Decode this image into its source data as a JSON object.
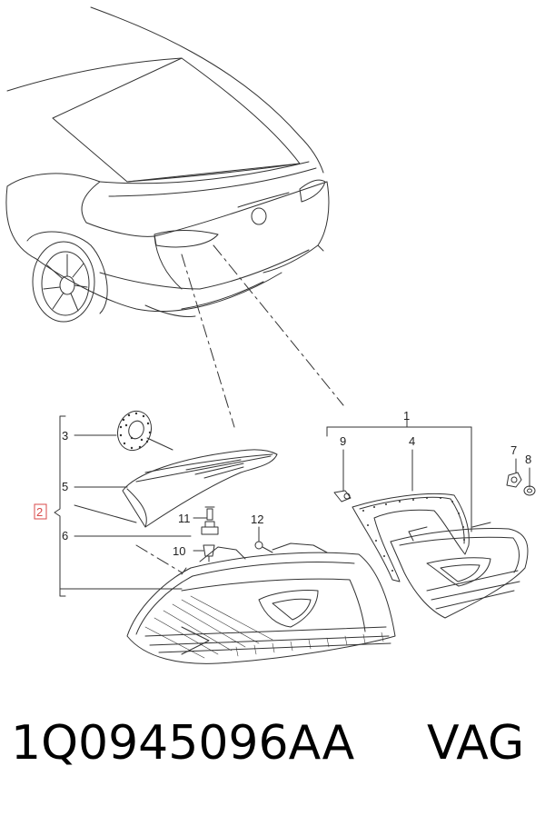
{
  "callouts": {
    "c1": "1",
    "c2": "2",
    "c3": "3",
    "c4": "4",
    "c5": "5",
    "c6": "6",
    "c7": "7",
    "c8": "8",
    "c9": "9",
    "c10": "10",
    "c11": "11",
    "c12": "12"
  },
  "footer": {
    "part_number": "1Q0945096AA",
    "brand": "VAG"
  },
  "colors": {
    "line": "#333333",
    "callout_highlight": "#d84a4a",
    "background": "#ffffff"
  }
}
